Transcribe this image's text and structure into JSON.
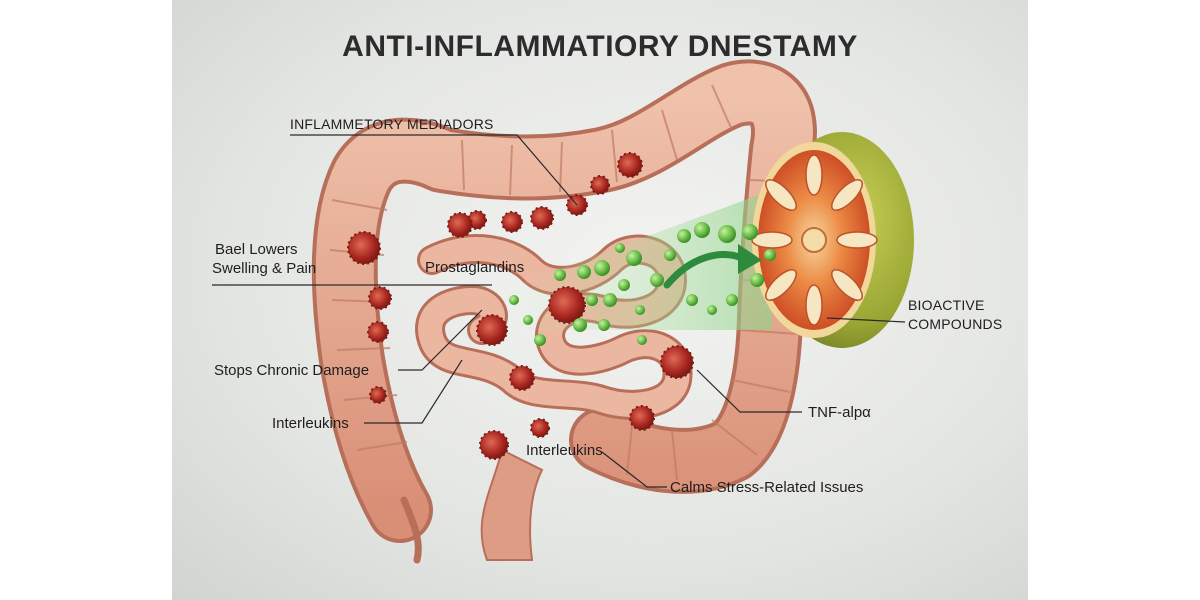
{
  "title": "ANTI-INFLAMMATIORY DNESTAMY",
  "labels": {
    "inflammatory_mediators": "INFLAMMETORY MEDIADORS",
    "bael_lowers_line1": "Bael Lowers",
    "bael_lowers_line2": "Swelling & Pain",
    "prostaglandins": "Prostaglandins",
    "stops_chronic_damage": "Stops Chronic Damage",
    "interleukins_left": "Interleukins",
    "interleukins_center": "Interleukins",
    "bioactive_line1": "BIOACTIVE",
    "bioactive_line2": "COMPOUNDS",
    "tnf_alpha": "TNF-alpα",
    "calms_stress": "Calms Stress-Related Issues"
  },
  "colors": {
    "intestine_fill": "#e3a48c",
    "intestine_stroke": "#b86f5a",
    "inflammation": "#b8302a",
    "compound_green": "#6cc04a",
    "fruit_rind": "#a3b23a",
    "fruit_flesh": "#d9562b",
    "text": "#1e1e1e"
  },
  "icons": {
    "virus": "virus-particle-icon",
    "compound": "green-sphere-icon",
    "arrow": "curved-arrow-icon",
    "fruit": "bael-fruit-icon"
  }
}
